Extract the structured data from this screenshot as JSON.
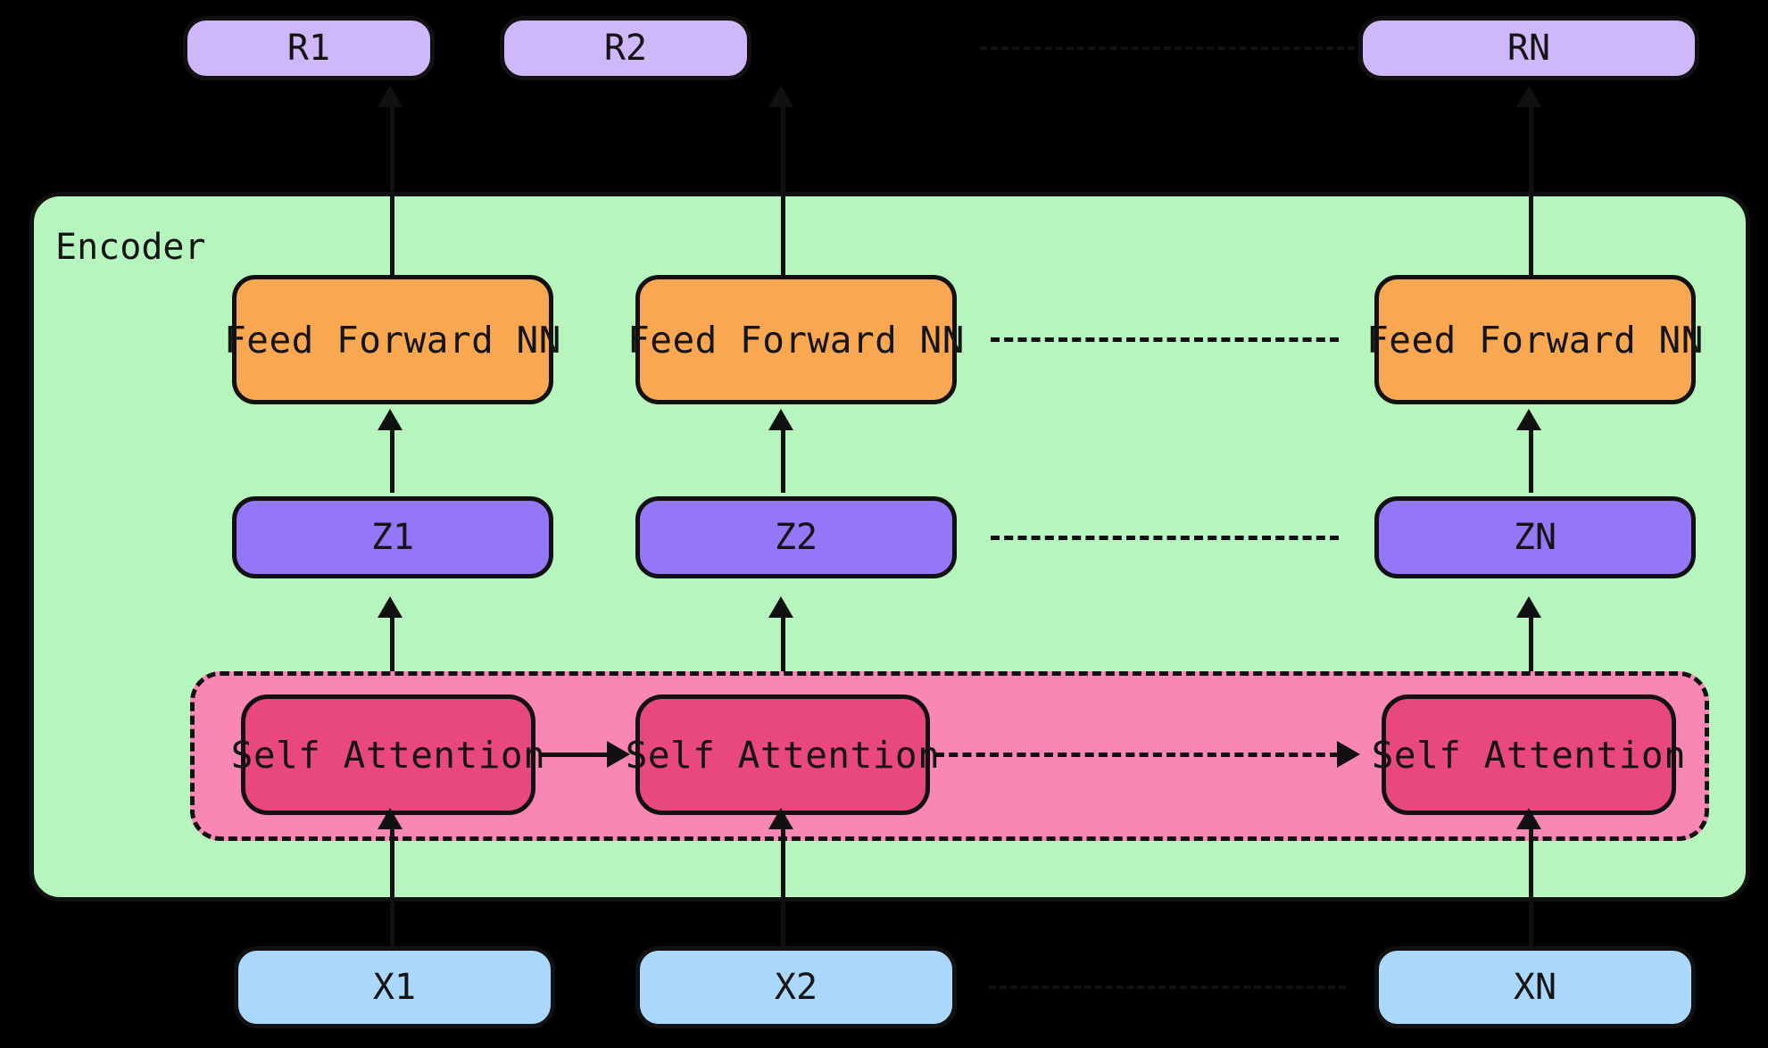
{
  "diagram": {
    "title": "Transformer Encoder Block",
    "background_color": "#000000",
    "encoder": {
      "label": "Encoder",
      "fill": "#b6f5be",
      "stroke": "#111111"
    },
    "self_attention_group": {
      "fill": "#f987b4",
      "stroke": "#111111",
      "stroke_style": "dashed"
    }
  },
  "colors": {
    "output_node": "#cfb8f9",
    "input_node": "#a9d8fc",
    "z_node": "#9377f7",
    "feed_forward_node": "#f9a851",
    "self_attention_node": "#e8477f",
    "self_attention_group": "#f987b4",
    "encoder_container": "#b6f5be",
    "stroke": "#111111",
    "background": "#000000"
  },
  "rows": {
    "outputs": {
      "name": "outputs-row",
      "nodes": [
        {
          "id": "r1",
          "label": "R1"
        },
        {
          "id": "r2",
          "label": "R2"
        },
        {
          "id": "rn",
          "label": "RN"
        }
      ],
      "ellipsis_connector": "dashed"
    },
    "feed_forward": {
      "name": "feed-forward-row",
      "nodes": [
        {
          "id": "ff1",
          "label": "Feed Forward NN"
        },
        {
          "id": "ff2",
          "label": "Feed Forward NN"
        },
        {
          "id": "ffn",
          "label": "Feed Forward NN"
        }
      ],
      "ellipsis_connector": "dashed"
    },
    "z": {
      "name": "z-row",
      "nodes": [
        {
          "id": "z1",
          "label": "Z1"
        },
        {
          "id": "z2",
          "label": "Z2"
        },
        {
          "id": "zn",
          "label": "ZN"
        }
      ],
      "ellipsis_connector": "dashed"
    },
    "self_attention": {
      "name": "self-attention-row",
      "nodes": [
        {
          "id": "sa1",
          "label": "Self Attention"
        },
        {
          "id": "sa2",
          "label": "Self Attention"
        },
        {
          "id": "san",
          "label": "Self Attention"
        }
      ],
      "connectors": [
        {
          "from": "sa1",
          "to": "sa2",
          "style": "solid",
          "arrow": true
        },
        {
          "from": "sa2",
          "to": "san",
          "style": "dashed",
          "arrow": true
        }
      ]
    },
    "inputs": {
      "name": "inputs-row",
      "nodes": [
        {
          "id": "x1",
          "label": "X1"
        },
        {
          "id": "x2",
          "label": "X2"
        },
        {
          "id": "xn",
          "label": "XN"
        }
      ],
      "ellipsis_connector": "dashed"
    }
  },
  "vertical_flow": [
    {
      "from": "x1",
      "to": "sa1",
      "arrow": true
    },
    {
      "from": "sa1",
      "to": "z1",
      "arrow": true
    },
    {
      "from": "z1",
      "to": "ff1",
      "arrow": true
    },
    {
      "from": "ff1",
      "to": "r1",
      "arrow": true
    },
    {
      "from": "x2",
      "to": "sa2",
      "arrow": true
    },
    {
      "from": "sa2",
      "to": "z2",
      "arrow": true
    },
    {
      "from": "z2",
      "to": "ff2",
      "arrow": true
    },
    {
      "from": "ff2",
      "to": "r2",
      "arrow": true
    },
    {
      "from": "xn",
      "to": "san",
      "arrow": true
    },
    {
      "from": "san",
      "to": "zn",
      "arrow": true
    },
    {
      "from": "zn",
      "to": "ffn",
      "arrow": true
    },
    {
      "from": "ffn",
      "to": "rn",
      "arrow": true
    }
  ]
}
